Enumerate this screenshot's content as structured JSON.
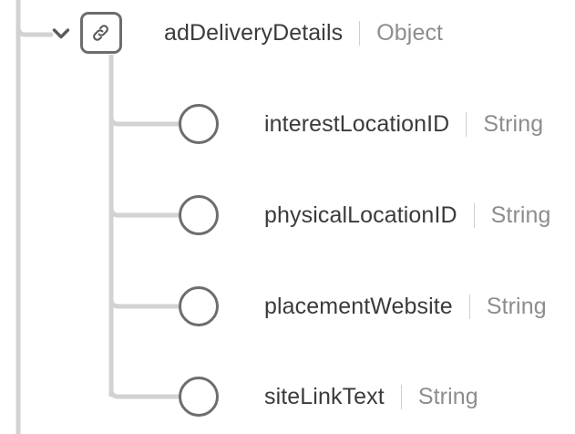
{
  "theme": {
    "background": "#ffffff",
    "node_name_color": "#3b3b3b",
    "node_type_color": "#8d8d8d",
    "stroke_color": "#6d6d6d",
    "connector_color": "#d2d2d2",
    "divider_color": "#cfcfcf"
  },
  "tree": {
    "rail": {
      "name": "parent-rail"
    },
    "parent": {
      "label": "adDeliveryDetails",
      "type": "Object",
      "icon": "link-icon",
      "toggle_icon": "chevron-down-icon",
      "expanded": true
    },
    "children": [
      {
        "label": "interestLocationID",
        "type": "String",
        "node_icon": "circle-node-icon"
      },
      {
        "label": "physicalLocationID",
        "type": "String",
        "node_icon": "circle-node-icon"
      },
      {
        "label": "placementWebsite",
        "type": "String",
        "node_icon": "circle-node-icon"
      },
      {
        "label": "siteLinkText",
        "type": "String",
        "node_icon": "circle-node-icon"
      }
    ]
  }
}
